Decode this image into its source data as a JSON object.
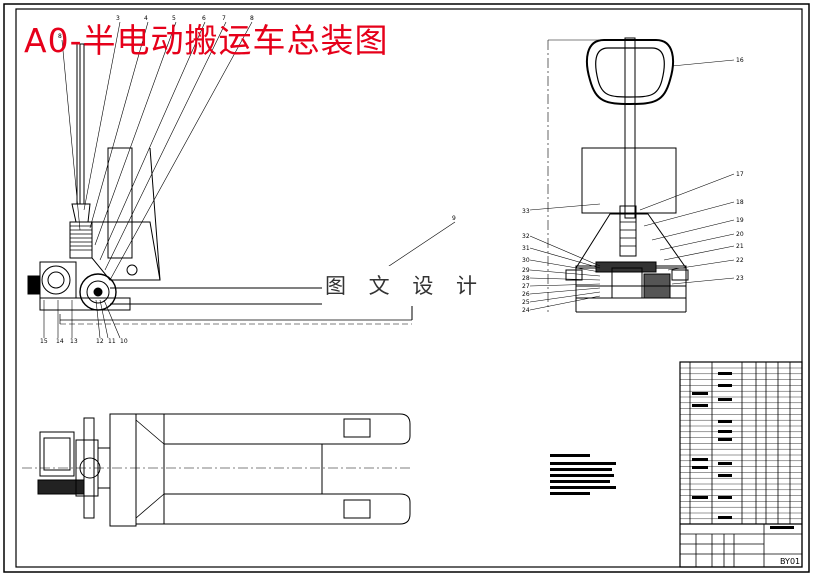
{
  "title": "A0-半电动搬运车总装图",
  "watermark": "图 文 设 计",
  "part_labels_side": [
    "8",
    "3",
    "4",
    "5",
    "6",
    "7",
    "8",
    "9",
    "15",
    "14",
    "13",
    "12",
    "11",
    "10"
  ],
  "part_labels_front": [
    "16",
    "17",
    "18",
    "19",
    "20",
    "21",
    "22",
    "23",
    "33",
    "32",
    "31",
    "30",
    "29",
    "28",
    "27",
    "26",
    "25",
    "24"
  ],
  "drawing_number": "BY01",
  "colors": {
    "title": "#e6001a",
    "line": "#000000"
  }
}
